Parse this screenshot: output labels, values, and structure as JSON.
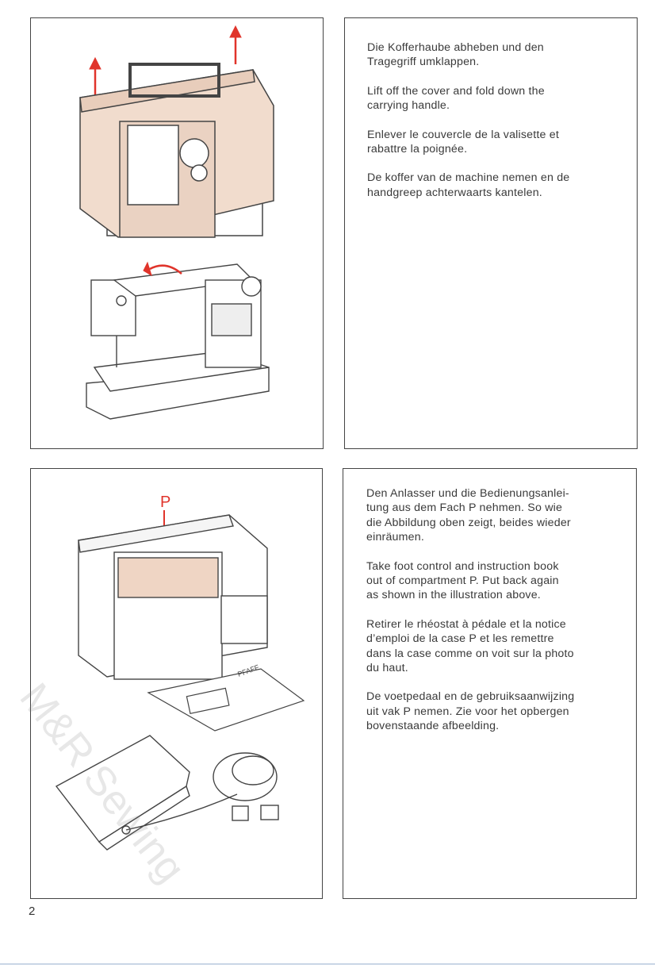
{
  "page_number": "2",
  "watermark": "M&R Sewing",
  "colors": {
    "accent_arrow": "#e0342b",
    "case_fill": "#f1dccd",
    "border": "#444444"
  },
  "section1": {
    "paragraphs": [
      {
        "lines": [
          "Die Kofferhaube abheben und den",
          "Tragegriff umklappen."
        ]
      },
      {
        "lines": [
          "Lift off the cover and fold down the",
          "carrying handle."
        ]
      },
      {
        "lines": [
          "Enlever le couvercle de la valisette et",
          "rabattre la poignée."
        ]
      },
      {
        "lines": [
          "De koffer van de machine nemen en de",
          "handgreep achterwaarts kantelen."
        ]
      }
    ]
  },
  "section2": {
    "label_p": "P",
    "manual_brand": "PFAFF",
    "paragraphs": [
      {
        "lines": [
          "Den Anlasser und die Bedienungsanlei-",
          "tung aus dem Fach P nehmen. So wie",
          "die Abbildung oben zeigt, beides wieder",
          "einräumen."
        ]
      },
      {
        "lines": [
          "Take foot control and instruction book",
          "out of compartment P. Put back again",
          "as shown in the illustration above."
        ]
      },
      {
        "lines": [
          "Retirer le rhéostat à pédale et la notice",
          "d’emploi de la case P et les remettre",
          "dans la case comme on voit sur la photo",
          "du haut."
        ]
      },
      {
        "lines": [
          "De voetpedaal en de gebruiksaanwijzing",
          "uit vak P nemen. Zie voor het opbergen",
          "bovenstaande afbeelding."
        ]
      }
    ]
  }
}
